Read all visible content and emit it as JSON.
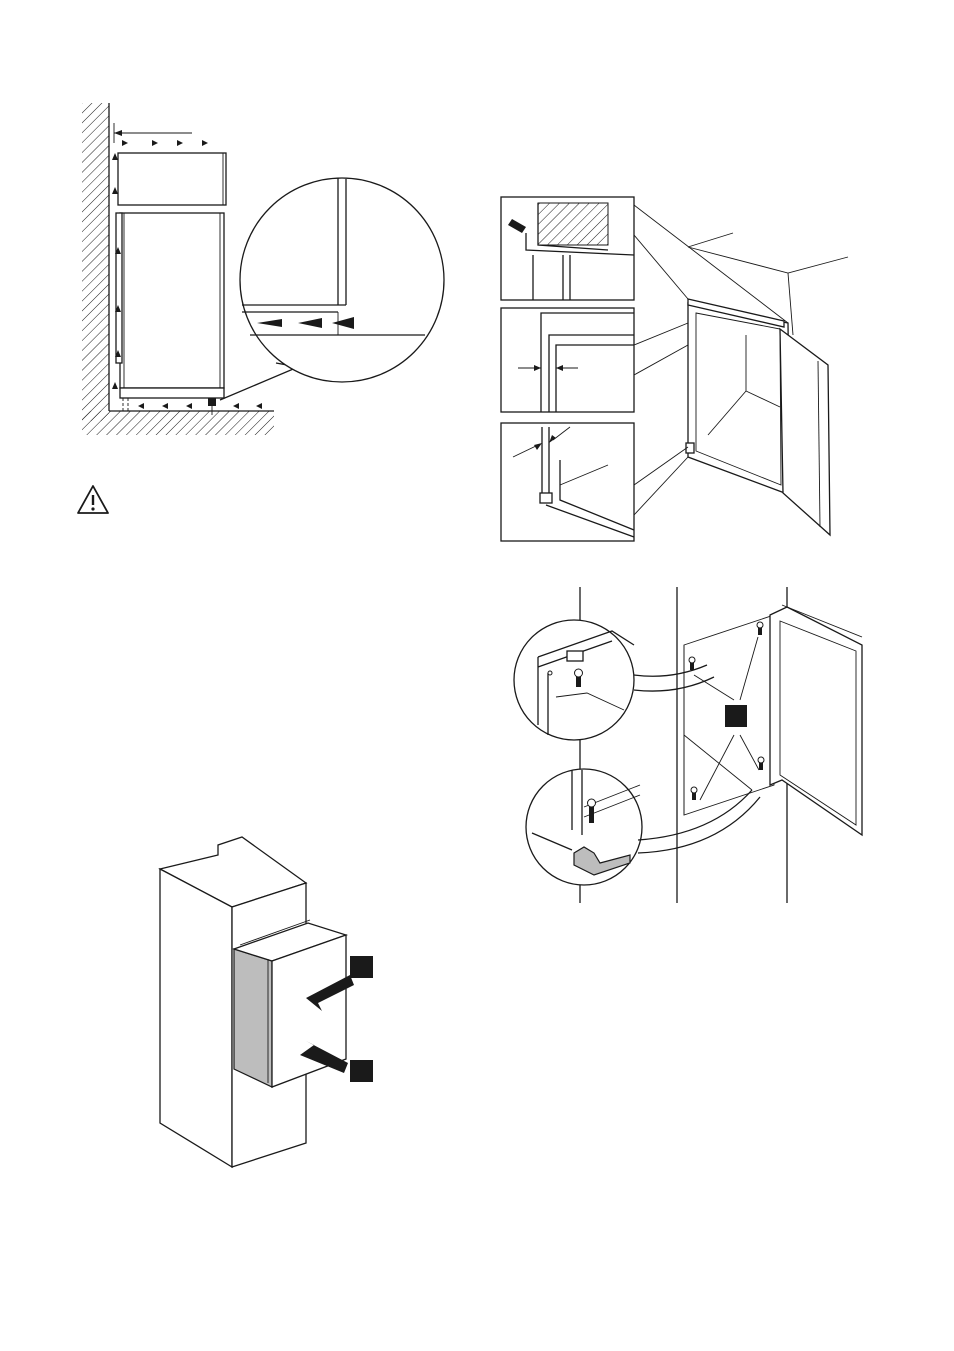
{
  "page": {
    "background": "#ffffff",
    "ink": "#1a1a1a",
    "panel_grey": "#bdbdbd"
  },
  "figures": [
    {
      "id": "ventilation-airflow-diagram"
    },
    {
      "id": "warning-notice",
      "icon": "warning-triangle-icon"
    },
    {
      "id": "door-seal-gap-detail"
    },
    {
      "id": "hinge-screw-fixing"
    },
    {
      "id": "cabinet-push-in"
    }
  ]
}
